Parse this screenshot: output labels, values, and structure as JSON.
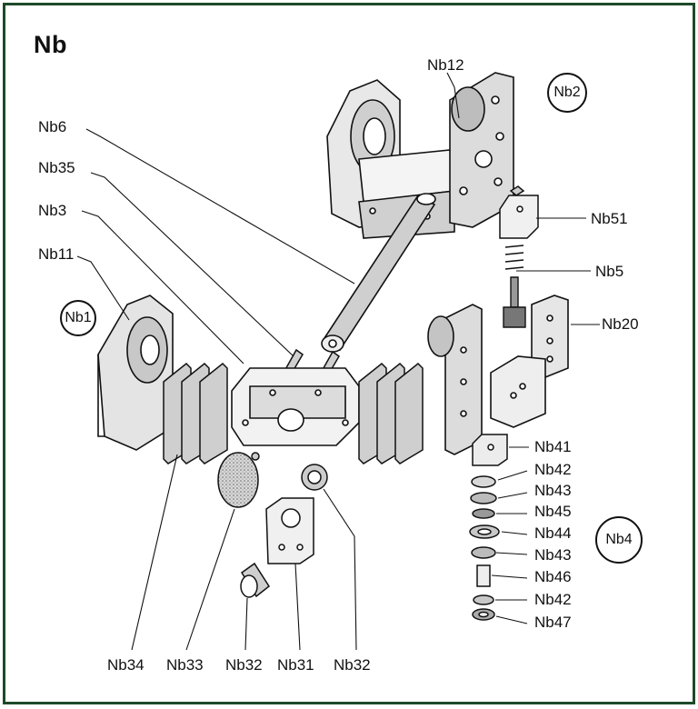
{
  "heading": "Nb",
  "groups": {
    "nb1": "Nb1",
    "nb2": "Nb2",
    "nb4": "Nb4"
  },
  "labels": {
    "nb12": "Nb12",
    "nb6": "Nb6",
    "nb35": "Nb35",
    "nb3": "Nb3",
    "nb11": "Nb11",
    "nb51": "Nb51",
    "nb5": "Nb5",
    "nb20": "Nb20",
    "nb41": "Nb41",
    "nb42a": "Nb42",
    "nb43a": "Nb43",
    "nb45": "Nb45",
    "nb44": "Nb44",
    "nb43b": "Nb43",
    "nb46": "Nb46",
    "nb42b": "Nb42",
    "nb47": "Nb47",
    "nb34": "Nb34",
    "nb33": "Nb33",
    "nb32a": "Nb32",
    "nb31": "Nb31",
    "nb32b": "Nb32"
  },
  "colors": {
    "frame": "#1e4a2a",
    "ink": "#111111",
    "shade": "#bdbdbd"
  }
}
